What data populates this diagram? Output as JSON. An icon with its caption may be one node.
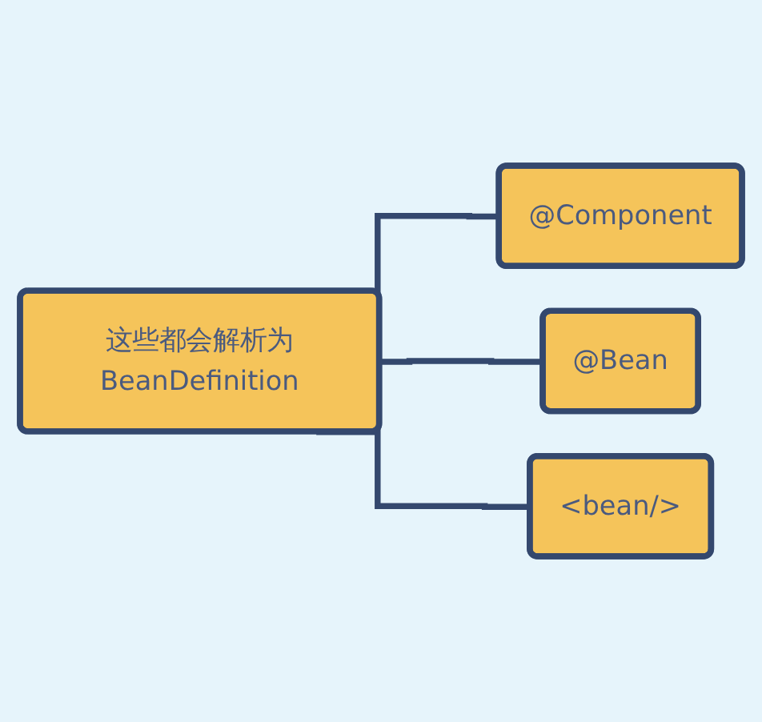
{
  "diagram": {
    "nodes": [
      {
        "text": [
          "这些都会解析为BeanDefinition"
        ]
      },
      {
        "text": [
          "@Component"
        ]
      },
      {
        "text": [
          "@Bean"
        ]
      },
      {
        "text": [
          "<bean/>"
        ]
      }
    ],
    "edges": [
      {
        "from": 0,
        "to": 1,
        "arrow": "none"
      },
      {
        "from": 0,
        "to": 2,
        "arrow": "none"
      },
      {
        "from": 0,
        "to": 3,
        "arrow": "none"
      }
    ]
  }
}
